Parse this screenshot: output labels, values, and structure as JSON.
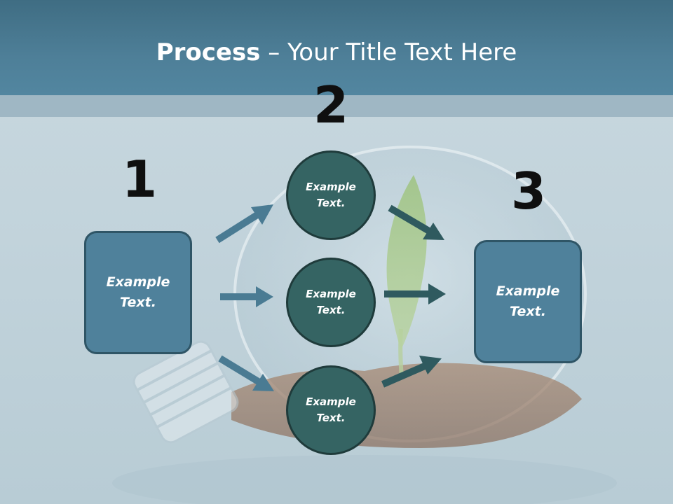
{
  "title": {
    "bold": "Process",
    "rest": " – Your Title Text Here"
  },
  "steps": {
    "one": {
      "number": "1",
      "text": "Example Text."
    },
    "two": {
      "number": "2"
    },
    "three": {
      "number": "3",
      "text": "Example Text."
    }
  },
  "circles": [
    {
      "text": "Example Text."
    },
    {
      "text": "Example Text."
    },
    {
      "text": "Example Text."
    }
  ],
  "colors": {
    "header": "#4e7f98",
    "box": "#4f819b",
    "circle": "#356463",
    "arrow_blue": "#4a7b93",
    "arrow_teal": "#2f5a5f"
  }
}
